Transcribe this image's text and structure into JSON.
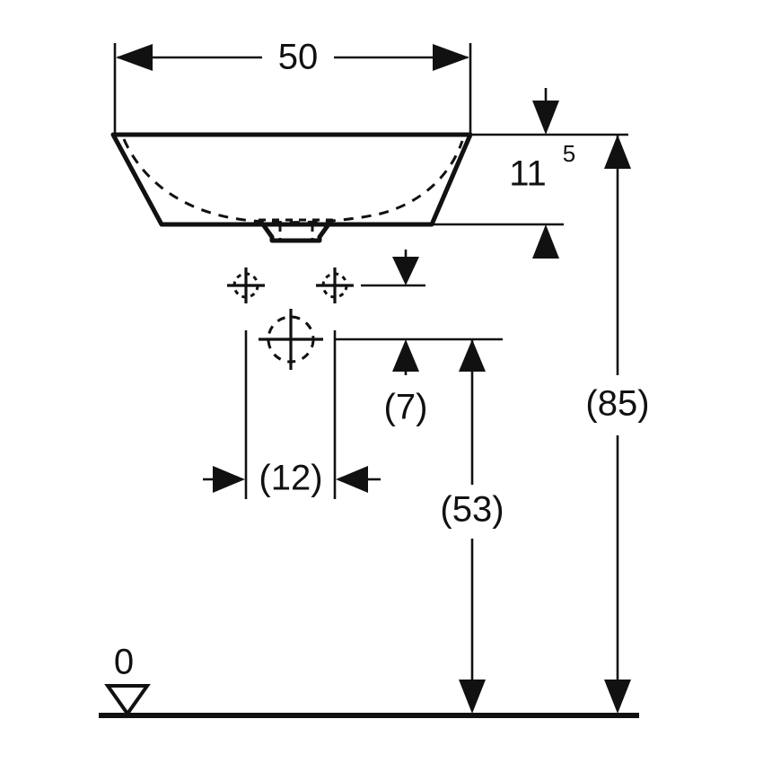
{
  "drawing": {
    "title": "Washbasin dimensional drawing",
    "subject": "washbasin-front-elevation",
    "units_note": "",
    "line_color": "#111111",
    "background_color": "#ffffff"
  },
  "dimensions": {
    "width_overall": {
      "label": "50",
      "name": "basin-width",
      "orientation": "horizontal"
    },
    "basin_height": {
      "label": "11",
      "superscript": "5",
      "name": "basin-height",
      "orientation": "vertical"
    },
    "tap_hole_offset": {
      "label": "(7)",
      "name": "tap-hole-offset",
      "orientation": "vertical"
    },
    "tap_hole_spacing": {
      "label": "(12)",
      "name": "tap-hole-spacing",
      "orientation": "horizontal"
    },
    "waste_height": {
      "label": "(53)",
      "name": "waste-outlet-height",
      "orientation": "vertical"
    },
    "rim_height": {
      "label": "(85)",
      "name": "rim-height-from-floor",
      "orientation": "vertical"
    }
  },
  "datum": {
    "label": "0",
    "name": "floor-datum",
    "symbol": "datum-triangle"
  },
  "features": [
    {
      "name": "basin-outer-outline",
      "type": "outline"
    },
    {
      "name": "basin-inner-bowl-hidden-edge",
      "type": "hidden"
    },
    {
      "name": "waste-outlet-body",
      "type": "outline"
    },
    {
      "name": "tap-hole-left-centermark",
      "type": "centermark"
    },
    {
      "name": "tap-hole-right-centermark",
      "type": "centermark"
    },
    {
      "name": "waste-centermark",
      "type": "centermark"
    },
    {
      "name": "floor-line",
      "type": "reference"
    }
  ]
}
